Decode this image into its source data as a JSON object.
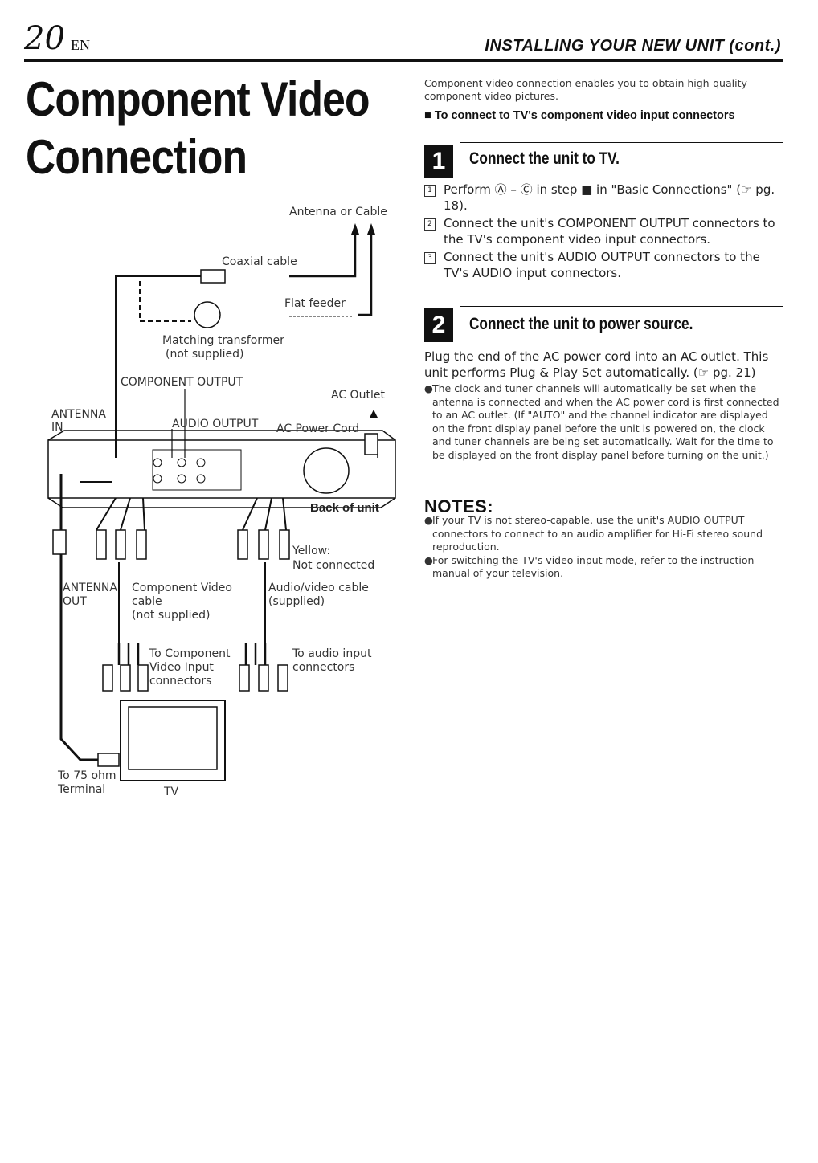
{
  "header": {
    "page_number": "20",
    "language": "EN",
    "section": "INSTALLING YOUR NEW UNIT (cont.)"
  },
  "title": {
    "line1": "Component Video",
    "line2": "Connection"
  },
  "intro": "Component video connection enables you to obtain high-quality component video pictures.",
  "subheading": "To connect to TV's component video input connectors",
  "step1": {
    "number": "1",
    "title": "Connect the unit to TV.",
    "items": [
      {
        "num": "1",
        "text": "Perform Ⓐ – Ⓒ in step ■ in \"Basic Connections\" (☞ pg. 18)."
      },
      {
        "num": "2",
        "text": "Connect the unit's COMPONENT OUTPUT connectors to the TV's component video input connectors."
      },
      {
        "num": "3",
        "text": "Connect the unit's AUDIO OUTPUT connectors to the TV's AUDIO input connectors."
      }
    ]
  },
  "step2": {
    "number": "2",
    "title": "Connect the unit to power source.",
    "paragraph": "Plug the end of the AC power cord into an AC outlet. This unit performs Plug & Play Set automatically. (☞ pg. 21)",
    "bullet": "The clock and tuner channels will automatically be set when the antenna is connected and when the AC power cord is first connected to an AC outlet. (If \"AUTO\" and the channel indicator are displayed on the front display panel before the unit is powered on, the clock and tuner channels are being set automatically. Wait for the time to be displayed on the front display panel before turning on the unit.)"
  },
  "notes": {
    "heading": "NOTES:",
    "items": [
      "If your TV is not stereo-capable, use the unit's AUDIO OUTPUT connectors to connect to an audio amplifier for Hi-Fi stereo sound reproduction.",
      "For switching the TV's video input mode, refer to the instruction manual of your television."
    ]
  },
  "diagram": {
    "antenna_or_cable": "Antenna or Cable",
    "coaxial_cable": "Coaxial cable",
    "flat_feeder": "Flat feeder",
    "matching_transformer": "Matching transformer",
    "not_supplied_1": "(not supplied)",
    "component_output": "COMPONENT OUTPUT",
    "ac_outlet": "AC Outlet",
    "antenna_in_1": "ANTENNA",
    "antenna_in_2": "IN",
    "audio_output": "AUDIO OUTPUT",
    "ac_power_cord": "AC Power Cord",
    "back_of_unit": "Back of unit",
    "yellow": "Yellow:",
    "not_connected": "Not connected",
    "antenna_out_1": "ANTENNA",
    "antenna_out_2": "OUT",
    "component_video_cable_1": "Component Video",
    "component_video_cable_2": "cable",
    "component_video_cable_3": "(not supplied)",
    "av_cable_1": "Audio/video cable",
    "av_cable_2": "(supplied)",
    "to_component_1": "To Component",
    "to_component_2": "Video Input",
    "to_component_3": "connectors",
    "to_audio_1": "To audio input",
    "to_audio_2": "connectors",
    "to_75_1": "To 75 ohm",
    "to_75_2": "Terminal",
    "tv": "TV"
  }
}
